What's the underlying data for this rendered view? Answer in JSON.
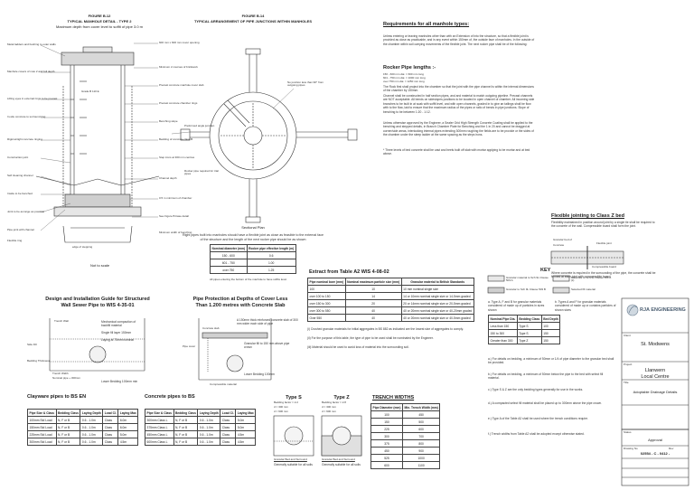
{
  "fig12": {
    "title": "FIGURE B.12",
    "subtitle": "TYPICAL MANHOLE DETAIL - TYPE 2",
    "caption": "Maximum depth from cover level to soffit of pipe 3.0 m",
    "note": "Not to scale",
    "left_labels": [
      "Metal ladders and bushing to outer walls",
      "Manhole covers of max 2 and full depth",
      "Lifting eyes in external rings to be precast",
      "In-situ concrete to surround ring",
      "Rigid airtight concrete ringing",
      "Construction joint",
      "Self cleaning channel",
      "Inside to be benched",
      "Joint to be as large as possible",
      "Pipe joint with channel",
      "Flexible ring",
      "edge of stepping"
    ],
    "right_labels": [
      "600 mm x 600 mm cover opening",
      "Minimum 2 courses of brickwork",
      "Precast concrete manhole cover slab",
      "Precast concrete chamber rings",
      "Benching slope",
      "Bedding of concrete class B",
      "Step irons at 300 mm centres",
      "Channel depth",
      "0.5 m minimum of chamber",
      "See Figure B base detail",
      "Minimum width of benching"
    ],
    "cover_label": "Grade B 110 E"
  },
  "fig14": {
    "title": "FIGURE B.14",
    "subtitle": "TYPICAL ARRANGEMENT OF PIPE JUNCTIONS WITHIN MANHOLES",
    "labels": [
      "No junction less than 90° from outgoing pipes",
      "Preformed angle junction",
      "Rocker pipe required for trial pipes",
      "Sectional Plan"
    ],
    "note": "Right pipes built into manholes should have a flexible joint as close as feasible to the external face of the structure and the length of the next rocker pipe should be as shown",
    "table_headers": [
      "Nominal diameter (mm)",
      "Rocker pipe effective length (m)"
    ],
    "table_rows": [
      [
        "150 - 600",
        "0.6"
      ],
      [
        "601 - 750",
        "1.00"
      ],
      [
        "over 750",
        "1.25"
      ]
    ],
    "footnote": "All pipes entering the bottom of the manhole to have soffits level."
  },
  "requirements": {
    "title": "Requirements for all manhole types:",
    "para1": "Unless entering or leaving manholes other than with an Extension of into the structure, so that a flexible joint is provided as close as practicable, and in any event within 150mm of, the outside face of manholes. In the outside of the chamber within soil carrying movements of the flexible joint. The next rocker pipe shall be of the following:",
    "subtitle": "Rocker Pipe lengths :-",
    "lengths": [
      "150 - 600 mm dia: = 600 mm long",
      "601 - 750 mm dia: = 1000 mm long",
      "over 750 mm dia: = 1250 mm long"
    ],
    "para2": "The Rock first shall project into the chamber so that the joint with the pipe channel is within the internal dimensions of the chamber by 150mm.",
    "para3": "Channel shall be constructed in half section pipes, and and material to match outgoing pipeline. Precast channels are NOT acceptable. All bends on sideslopes positions to be located in open channel of chamber. All incoming side branches to be built in at soak with soffit level, and with open channels, graded in to give an tailings shall be flow with to the flow, laid to ensure that the maximum radius of the pipes or ratio of bends in pipe junctions. Slope of benching to be between 1:20 - 1:12.",
    "para4": "Unless otherwise approved by the Engineer, a Sealer Grid High Strength Concrete Coating shall be applied to the benching and stepped details, in Branch Chamber Plate for Benching and the 1 in 20 and cannot be dragged at corner/side areas, interlocking internal pipes extending 300mm roughing the fields are to be provide or the sides of the chamber under the steep ladder at the same spacing as the steps irons.",
    "para5": "* Three levels of bed concrete shall be cast and heels built off slab with mortar applying to be mortar and at bed above."
  },
  "flexible": {
    "title": "Flexible jointing to Class Z bed",
    "para": "Flexibility maintained in position around joint by a single tie shall be required to the concrete of the wall. Compressible board shall form the joint.",
    "labels": [
      "Granular bed of",
      "Concrete",
      "Flexible joint",
      "Compressible board"
    ],
    "note": "Where concrete is required in the surrounding of the pipe, the concrete shall be formed at each joint with compressible board."
  },
  "design": {
    "title_line1": "Design and Installation Guide for Structured",
    "title_line2": "Wall Sewer Pipe to WIS 4-35-01",
    "labels": [
      "Trench Wall",
      "Trench Width",
      "Nominal pipe + 300mm",
      "Bedding Thickness",
      "Side Fill"
    ],
    "notes": [
      "Mechanical compaction of backfill material",
      "Single fill layer 150mm",
      "Laying at 75mm nominal",
      "Lower Bedding 100mm min"
    ]
  },
  "protection": {
    "title_line1": "Pipe Protection at Depths of Cover Less",
    "title_line2": "Than 1.200 metres with Concrete Slab",
    "labels": [
      "Concrete slab",
      "Pipe cover",
      "Compressible material"
    ],
    "notes": [
      "A 150mm thick reinforced concrete slab of 300 mm wider each side of pipe",
      "Granular fill to 150 mm above pipe crown",
      "Lower Bedding 100mm"
    ]
  },
  "clayware": {
    "title": "Clayware pipes to BS EN",
    "headers": [
      "Pipe Size & Class",
      "Bedding Class",
      "Laying Depth",
      "Load Cl.",
      "Laying Max"
    ],
    "rows": [
      [
        "100mm Std Load",
        "N, F or B",
        "0.6 - 1.0m",
        "Class",
        "6.0m"
      ],
      [
        "150mm Std Load",
        "N, F or B",
        "0.6 - 1.0m",
        "Class",
        "6.0m"
      ],
      [
        "225mm Std Load",
        "N, F or B",
        "0.6 - 1.0m",
        "Class",
        "5.0m"
      ],
      [
        "300mm Std Load",
        "N, F or B",
        "0.6 - 1.0m",
        "Class",
        "4.5m"
      ]
    ]
  },
  "concrete": {
    "title": "Concrete pipes to BS",
    "headers": [
      "Pipe Size & Class",
      "Bedding Class",
      "Laying Depth",
      "Load Cl.",
      "Laying Max"
    ],
    "rows": [
      [
        "300mm Class L",
        "N, F or B",
        "0.6 - 1.0m",
        "Class",
        "5.0m"
      ],
      [
        "375mm Class L",
        "N, F or B",
        "0.6 - 1.0m",
        "Class",
        "5.0m"
      ],
      [
        "450mm Class L",
        "N, F or B",
        "0.6 - 1.0m",
        "Class",
        "4.5m"
      ],
      [
        "600mm Class L",
        "N, F or B",
        "0.6 - 1.0m",
        "Class",
        "4.5m"
      ]
    ]
  },
  "extract": {
    "title": "Extract from Table A2 WIS 4-08-02",
    "headers": [
      "Pipe nominal bore (mm)",
      "Nominal maximum particle size (mm)",
      "Granular material to British Standards"
    ],
    "rows": [
      [
        "100",
        "10",
        "10 mm nominal single size"
      ],
      [
        "over 100 to 150",
        "14",
        "14 or 10mm nominal single size or 14-5mm graded"
      ],
      [
        "over 150 to 300",
        "20",
        "20 or 14mm nominal single size or 20-5mm graded"
      ],
      [
        "over 300 to 550",
        "40",
        "40 or 20mm nominal single size or 40-20mm graded"
      ],
      [
        "Over 550",
        "40",
        "40 or 20mm nominal single size or 40-5mm graded"
      ]
    ],
    "notes": [
      "(i) Crushed granular materials for initial aggregates in BS 882 as indicated are the lowest size of aggregates to comply.",
      "(ii) For the purpose of this table, the type of pipe to be used shall be nominated by the Engineer.",
      "(iii) Material should be used to avoid loss of material into the surrounding soil."
    ]
  },
  "key": {
    "title": "KEY",
    "items": [
      "Granular material to Sch 9L Clause 503 A",
      "Materials to Sch 9L Clause 503 A (ii)",
      "Granular to Sch 9L Clause 503 B",
      "Selected fill material"
    ],
    "note_a": "a. Type A, F and B for granular materials considered of made up of particles in sizes shown",
    "note_b": "b. Types A and F for granular materials considered of made up or contains particles of shown sizes",
    "small_table_headers": [
      "Nominal Pipe Dia.",
      "Bedding Class",
      "Bed Depth"
    ],
    "small_table_rows": [
      [
        "Less than 150",
        "Type S",
        "100"
      ],
      [
        "150 to 300",
        "Type S",
        "150"
      ],
      [
        "Greater than 300",
        "Type Z",
        "150"
      ]
    ]
  },
  "type_s": {
    "title": "Type S",
    "dims": [
      "Bedding factor = 2.2",
      "d = 300 mm",
      "d = 600 mm"
    ],
    "caption": "Granular Bed and Surround",
    "sub": "Generally suitable for all soils"
  },
  "type_z": {
    "title": "Type Z",
    "dims": [
      "Bedding factor = 2.8",
      "d = 300 mm",
      "d = 600 mm"
    ],
    "caption": "Granular Bed and Surround",
    "sub": "Generally suitable for all soils"
  },
  "trench": {
    "title": "TRENCH WIDTHS",
    "headers": [
      "Pipe Diameter (mm)",
      "Min. Trench Width (mm)"
    ],
    "rows": [
      [
        "100",
        "450"
      ],
      [
        "150",
        "500"
      ],
      [
        "225",
        "600"
      ],
      [
        "300",
        "700"
      ],
      [
        "375",
        "800"
      ],
      [
        "450",
        "900"
      ],
      [
        "525",
        "1000"
      ],
      [
        "600",
        "1100"
      ]
    ]
  },
  "right_notes": [
    "a.) For details on bedding, a minimum of 50mm or 1/4 of pipe diameter to the granular bed shall be provided.",
    "b.) For details on bedding, a minimum of 50mm below the pipe to the bed with select fill material.",
    "c.) Type S & Z are the only bedding types generally for use in the works.",
    "d.) A compacted select fill material shall be placed up to 300mm above the pipe crown.",
    "e.) Type A of the Table A2 shall be used where the trench conditions require.",
    "f.) Trench widths from Table A2 shall be adopted except otherwise stated."
  ],
  "titleblock": {
    "company": "RJA ENGINEERING",
    "client": "St. Modwens",
    "project_line1": "Llanwern",
    "project_line2": "Local Centre",
    "drawing_title": "Adoptable Drainage Details",
    "status": "Approval",
    "drawing_no": "02554 - C - 0412 -",
    "labels": [
      "Client",
      "Project",
      "Title",
      "Status",
      "Drawing No",
      "Rev"
    ]
  }
}
